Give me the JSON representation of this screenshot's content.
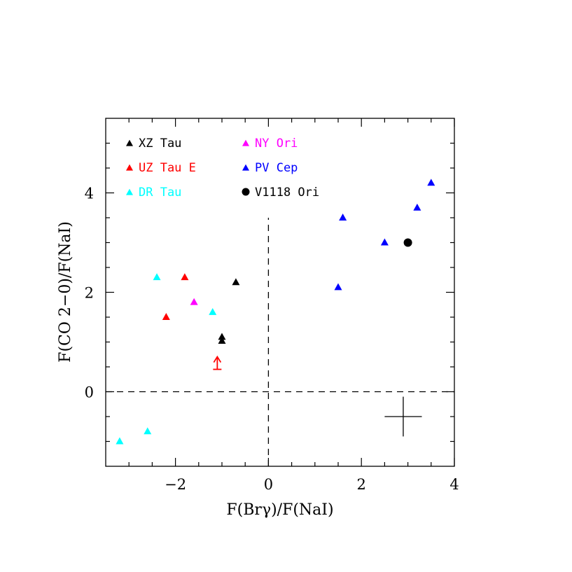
{
  "chart_data": {
    "type": "scatter",
    "xlabel": "F(Brγ)/F(NaI)",
    "ylabel": "F(CO 2−0)/F(NaI)",
    "xlim": [
      -3.5,
      4
    ],
    "ylim": [
      -1.5,
      5.5
    ],
    "x_ticks": [
      -2,
      0,
      2,
      4
    ],
    "x_tick_labels": [
      "−2",
      "0",
      "2",
      "4"
    ],
    "y_ticks": [
      0,
      2,
      4
    ],
    "y_tick_labels": [
      "0",
      "2",
      "4"
    ],
    "reference_lines": [
      {
        "orientation": "horizontal",
        "value": 0,
        "style": "dashed",
        "from": -3.5,
        "to": 4
      },
      {
        "orientation": "vertical",
        "value": 0,
        "style": "dashed",
        "from": -1.5,
        "to": 3.5
      }
    ],
    "error_bar": {
      "x": 2.9,
      "y": -0.5,
      "xerr": 0.4,
      "yerr": 0.4
    },
    "legend_placement": "top-left",
    "series": [
      {
        "name": "XZ Tau",
        "color": "#000000",
        "marker": "triangle",
        "points": [
          [
            -0.7,
            2.2
          ],
          [
            -1.0,
            1.1
          ],
          [
            -1.0,
            1.02
          ]
        ]
      },
      {
        "name": "UZ Tau E",
        "color": "#ff0000",
        "marker": "triangle",
        "points": [
          [
            -1.8,
            2.3
          ],
          [
            -2.2,
            1.5
          ]
        ],
        "lower_limits": [
          [
            -1.1,
            0.45
          ]
        ]
      },
      {
        "name": "DR Tau",
        "color": "#00ffff",
        "marker": "triangle",
        "points": [
          [
            -2.4,
            2.3
          ],
          [
            -1.2,
            1.6
          ],
          [
            -2.6,
            -0.8
          ],
          [
            -3.2,
            -1.0
          ]
        ]
      },
      {
        "name": "NY Ori",
        "color": "#ff00ff",
        "marker": "triangle",
        "points": [
          [
            -1.6,
            1.8
          ]
        ]
      },
      {
        "name": "PV Cep",
        "color": "#0000ff",
        "marker": "triangle",
        "points": [
          [
            1.6,
            3.5
          ],
          [
            2.5,
            3.0
          ],
          [
            3.2,
            3.7
          ],
          [
            3.5,
            4.2
          ],
          [
            1.5,
            2.1
          ]
        ]
      },
      {
        "name": "V1118 Ori",
        "color": "#000000",
        "marker": "circle",
        "points": [
          [
            3.0,
            3.0
          ]
        ]
      }
    ]
  }
}
